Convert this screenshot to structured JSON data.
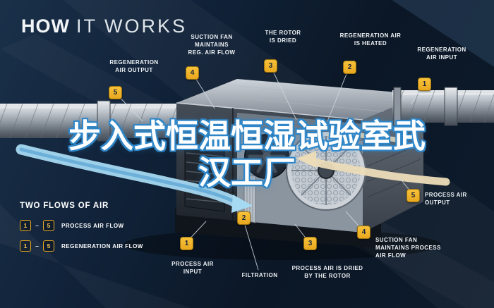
{
  "title": {
    "bold": "HOW",
    "light": "IT WORKS"
  },
  "watermark": {
    "line1": "步入式恒温恒湿试验室武",
    "line2": "汉工厂"
  },
  "colors": {
    "badge_yellow": "#f2b32a",
    "process_air_blue": "#a6d9f2",
    "regeneration_air_cream": "#ecdcb8",
    "background_navy": "#0d1b2c"
  },
  "callouts": {
    "reg_output": {
      "num": "5",
      "label": "REGENERATION\nAIR OUTPUT"
    },
    "reg_suction_fan": {
      "num": "4",
      "label": "SUCTION FAN\nMAINTAINS\nREG. AIR FLOW"
    },
    "rotor_dried": {
      "num": "3",
      "label": "THE ROTOR\nIS DRIED"
    },
    "reg_heated": {
      "num": "2",
      "label": "REGENERATION AIR\nIS HEATED"
    },
    "reg_input": {
      "num": "1",
      "label": "REGENERATION\nAIR INPUT"
    },
    "process_input": {
      "num": "1",
      "label": "PROCESS AIR\nINPUT"
    },
    "filtration": {
      "num": "2",
      "label": "FILTRATION"
    },
    "process_dried": {
      "num": "3",
      "label": "PROCESS AIR IS DRIED\nBY THE ROTOR"
    },
    "process_suction_fan": {
      "num": "4",
      "label": "SUCTION FAN\nMAINTAINS PROCESS\nAIR FLOW"
    },
    "process_output": {
      "num": "5",
      "label": "PROCESS AIR\nOUTPUT"
    }
  },
  "legend": {
    "heading": "TWO FLOWS OF AIR",
    "rows": [
      {
        "from": "1",
        "dash": "–",
        "to": "5",
        "label": "PROCESS AIR FLOW"
      },
      {
        "from": "1",
        "dash": "–",
        "to": "5",
        "label": "REGENERATION AIR FLOW"
      }
    ]
  }
}
